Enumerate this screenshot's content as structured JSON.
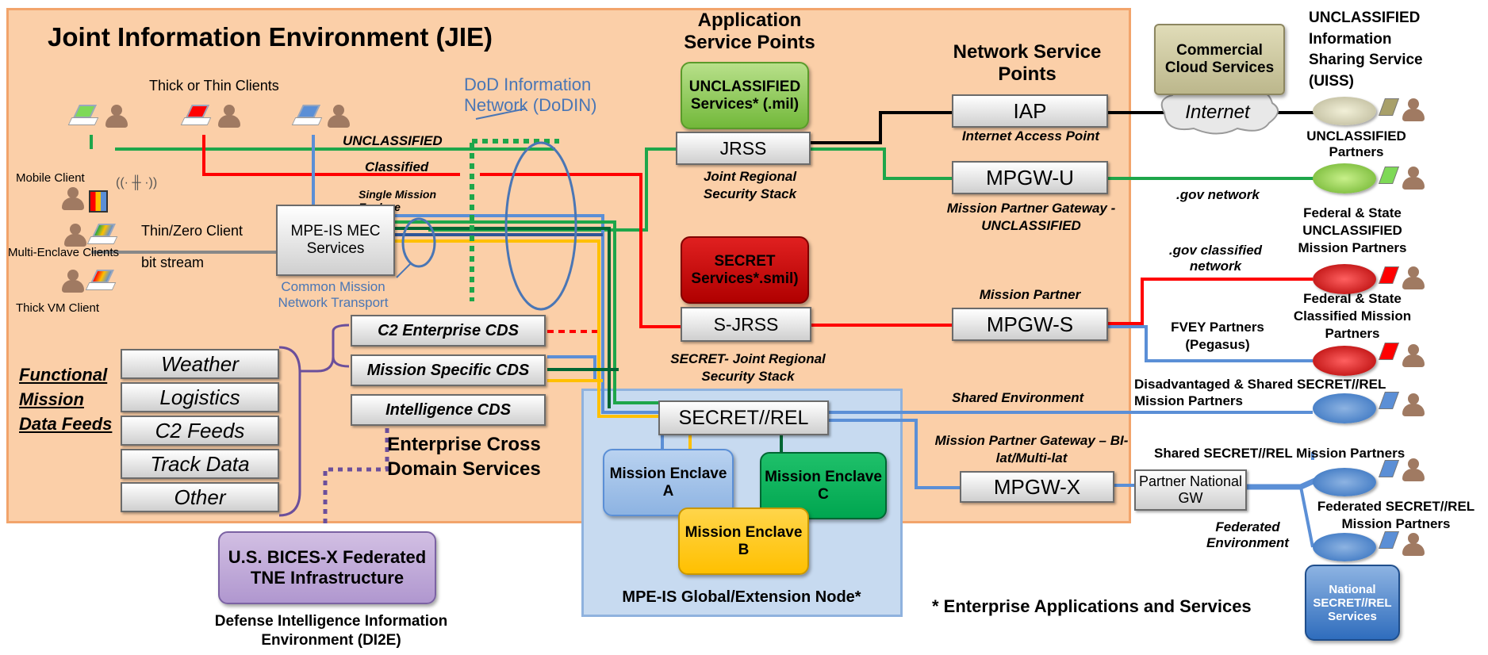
{
  "title": "Joint Information Environment (JIE)",
  "header": {
    "app_service_points": "Application Service Points",
    "network_service_points": "Network Service Points",
    "dodin": "DoD Information Network (DoDIN)",
    "thick_thin": "Thick or Thin Clients"
  },
  "clients": {
    "mobile": "Mobile Client",
    "thin_zero": "Thin/Zero Client",
    "multi_enclave": "Multi-Enclave Clients",
    "bit_stream": "bit stream",
    "thick_vm": "Thick VM Client"
  },
  "lines": {
    "unclassified": "UNCLASSIFIED",
    "classified": "Classified",
    "single_mission": "Single Mission Enclave",
    "gov_network": ".gov network",
    "gov_classified": ".gov classified network",
    "shared_env": "Shared Environment",
    "federated_env": "Federated Environment",
    "cmnt": "Common Mission Network Transport"
  },
  "boxes": {
    "mpe_mec": "MPE-IS MEC Services",
    "unclass_services": "UNCLASSIFIED Services* (.mil)",
    "jrss": "JRSS",
    "jrss_desc": "Joint Regional Security Stack",
    "secret_services": "SECRET Services*.smil)",
    "sjrss": "S-JRSS",
    "sjrss_desc": "SECRET- Joint Regional Security Stack",
    "iap": "IAP",
    "iap_desc": "Internet Access Point",
    "mpgw_u": "MPGW-U",
    "mpgw_u_desc": "Mission Partner Gateway - UNCLASSIFIED",
    "mpgw_s": "MPGW-S",
    "mpgw_s_desc": "Mission Partner",
    "mpgw_x": "MPGW-X",
    "mpgw_x_desc": "Mission Partner Gateway – BI-lat/Multi-lat",
    "secret_rel": "SECRET//REL",
    "enclave_a": "Mission Enclave A",
    "enclave_b": "Mission Enclave B",
    "enclave_c": "Mission Enclave C",
    "mpe_node": "MPE-IS Global/Extension Node*",
    "partner_gw": "Partner National GW",
    "national_services": "National SECRET//REL Services",
    "commercial_cloud": "Commercial Cloud Services",
    "internet": "Internet"
  },
  "feeds": {
    "heading": "Functional Mission Data Feeds",
    "items": [
      "Weather",
      "Logistics",
      "C2 Feeds",
      "Track Data",
      "Other"
    ]
  },
  "cds": {
    "items": [
      "C2 Enterprise CDS",
      "Mission Specific CDS",
      "Intelligence CDS"
    ],
    "heading": "Enterprise Cross Domain Services"
  },
  "bices": {
    "box": "U.S. BICES-X Federated TNE Infrastructure",
    "label": "Defense Intelligence Information Environment (DI2E)"
  },
  "partners": {
    "uiss": "UNCLASSIFIED Information Sharing Service (UISS)",
    "unclass_partners": "UNCLASSIFIED Partners",
    "fed_state_unclass": "Federal & State UNCLASSIFIED Mission Partners",
    "fed_state_class": "Federal & State Classified Mission Partners",
    "fvey": "FVEY Partners (Pegasus)",
    "disadvantaged": "Disadvantaged & Shared SECRET//REL Mission Partners",
    "shared_rel": "Shared SECRET//REL Mission Partners",
    "federated_rel": "Federated SECRET//REL Mission Partners"
  },
  "footnote": "* Enterprise Applications and Services",
  "colors": {
    "unclassified": "#1ea64a",
    "classified": "#ff0000",
    "secret_rel": "#5b8fd6",
    "enclave_a": "#8db3e2",
    "enclave_b": "#ffc000",
    "enclave_c": "#00a650"
  }
}
